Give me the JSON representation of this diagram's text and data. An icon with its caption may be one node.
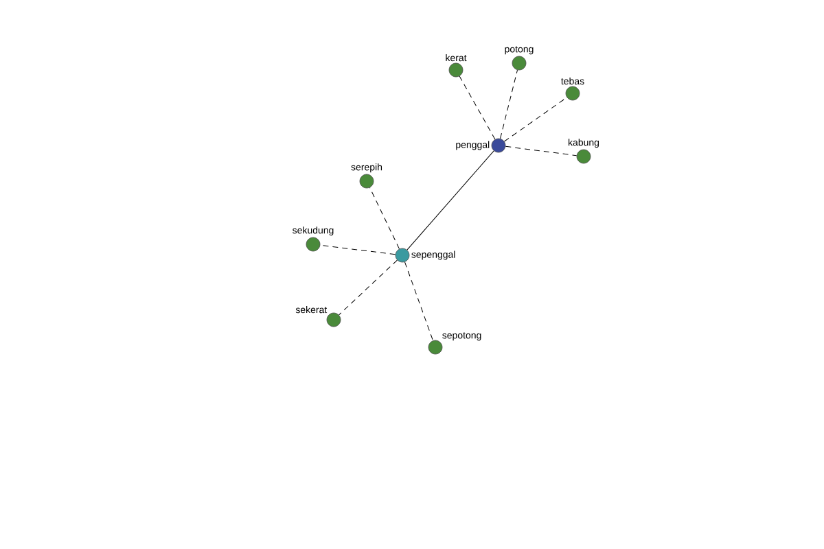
{
  "diagram": {
    "nodes": [
      {
        "text": [
          "penggal"
        ]
      },
      {
        "text": [
          "kerat"
        ]
      },
      {
        "text": [
          "potong"
        ]
      },
      {
        "text": [
          "tebas"
        ]
      },
      {
        "text": [
          "kabung"
        ]
      },
      {
        "text": [
          "sepenggal"
        ]
      },
      {
        "text": [
          "serepih"
        ]
      },
      {
        "text": [
          "sekudung"
        ]
      },
      {
        "text": [
          "sekerat"
        ]
      },
      {
        "text": [
          "sepotong"
        ]
      }
    ],
    "edges": [
      {
        "from": 0,
        "to": 5,
        "arrow": "none"
      },
      {
        "from": 0,
        "to": 1,
        "arrow": "none",
        "style": "dashed"
      },
      {
        "from": 0,
        "to": 2,
        "arrow": "none",
        "style": "dashed"
      },
      {
        "from": 0,
        "to": 3,
        "arrow": "none",
        "style": "dashed"
      },
      {
        "from": 0,
        "to": 4,
        "arrow": "none",
        "style": "dashed"
      },
      {
        "from": 5,
        "to": 6,
        "arrow": "none",
        "style": "dashed"
      },
      {
        "from": 5,
        "to": 7,
        "arrow": "none",
        "style": "dashed"
      },
      {
        "from": 5,
        "to": 8,
        "arrow": "none",
        "style": "dashed"
      },
      {
        "from": 5,
        "to": 9,
        "arrow": "none",
        "style": "dashed"
      }
    ]
  }
}
